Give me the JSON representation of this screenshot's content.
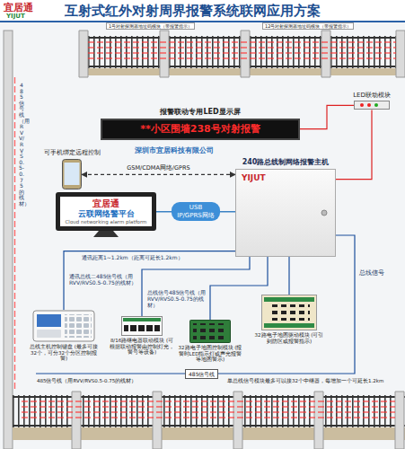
{
  "diagram": {
    "title": "互射式红外对射周界报警系统联网应用方案",
    "nodes": [
      {
        "text": [
          "报警联动专用LED显示屏",
          "**小区围墙238号对射报警"
        ]
      },
      {
        "text": [
          "LED联动模块"
        ]
      },
      {
        "text": [
          "可手机绑定远程控制"
        ]
      },
      {
        "text": [
          "240路总线制网络报警主机",
          "YIJUT"
        ]
      },
      {
        "text": [
          "宜居通",
          "云联网络警平台",
          "Cloud networking alarm platform"
        ]
      },
      {
        "text": [
          "总线主机控制键盘 (最多可接32个，可分32个分区控制报警)"
        ]
      },
      {
        "text": [
          "8/16路继电器联动模块 (可根据联动报警由控制灯光，警号等设备)"
        ]
      },
      {
        "text": [
          "32路电子地图控制模块 (报警时LED指示灯或声光报警等地图警示)"
        ]
      },
      {
        "text": [
          "32路电子地图驱动模块 (可引到防区或报警指示)"
        ]
      },
      {
        "text": [
          "485信号线"
        ]
      }
    ],
    "edges": [
      {
        "from": 2,
        "to": 3,
        "arrow": "both",
        "label": "GSM/CDMA网络/GPRS"
      },
      {
        "from": 4,
        "to": 3,
        "arrow": "none",
        "label": "USB IP/GPRS网络"
      },
      {
        "from": 0,
        "to": 1,
        "arrow": "none"
      },
      {
        "from": 1,
        "to": 3,
        "arrow": "none"
      },
      {
        "from": 3,
        "to": 5,
        "arrow": "none"
      },
      {
        "from": 3,
        "to": 6,
        "arrow": "none"
      },
      {
        "from": 3,
        "to": 7,
        "arrow": "none"
      },
      {
        "from": 3,
        "to": 8,
        "arrow": "none"
      }
    ],
    "labels": [
      "宜居通",
      "YIJUT",
      "深圳市宜居科技有限公司",
      "通讯距离1~1.2km（距离可延长1.2km）",
      "通讯总线二485信号线（用RVV/RVS0.5-0.75的线材）",
      "总线信号485信号线（用RVV/RVS0.5-0.75的线材）",
      "总线信号",
      "485信号线（用RVV/RVS0.5-0.75的线材）",
      "单总线信号模块最多可以接32个中继器，每增加一个可延长1.2km",
      "485信号线（用RVV/RVS0.5-0.75的线材）",
      "1号对射探测器地址码模块（带报警指示）",
      "12号对射探测器地址码模块（带报警指示）"
    ]
  }
}
